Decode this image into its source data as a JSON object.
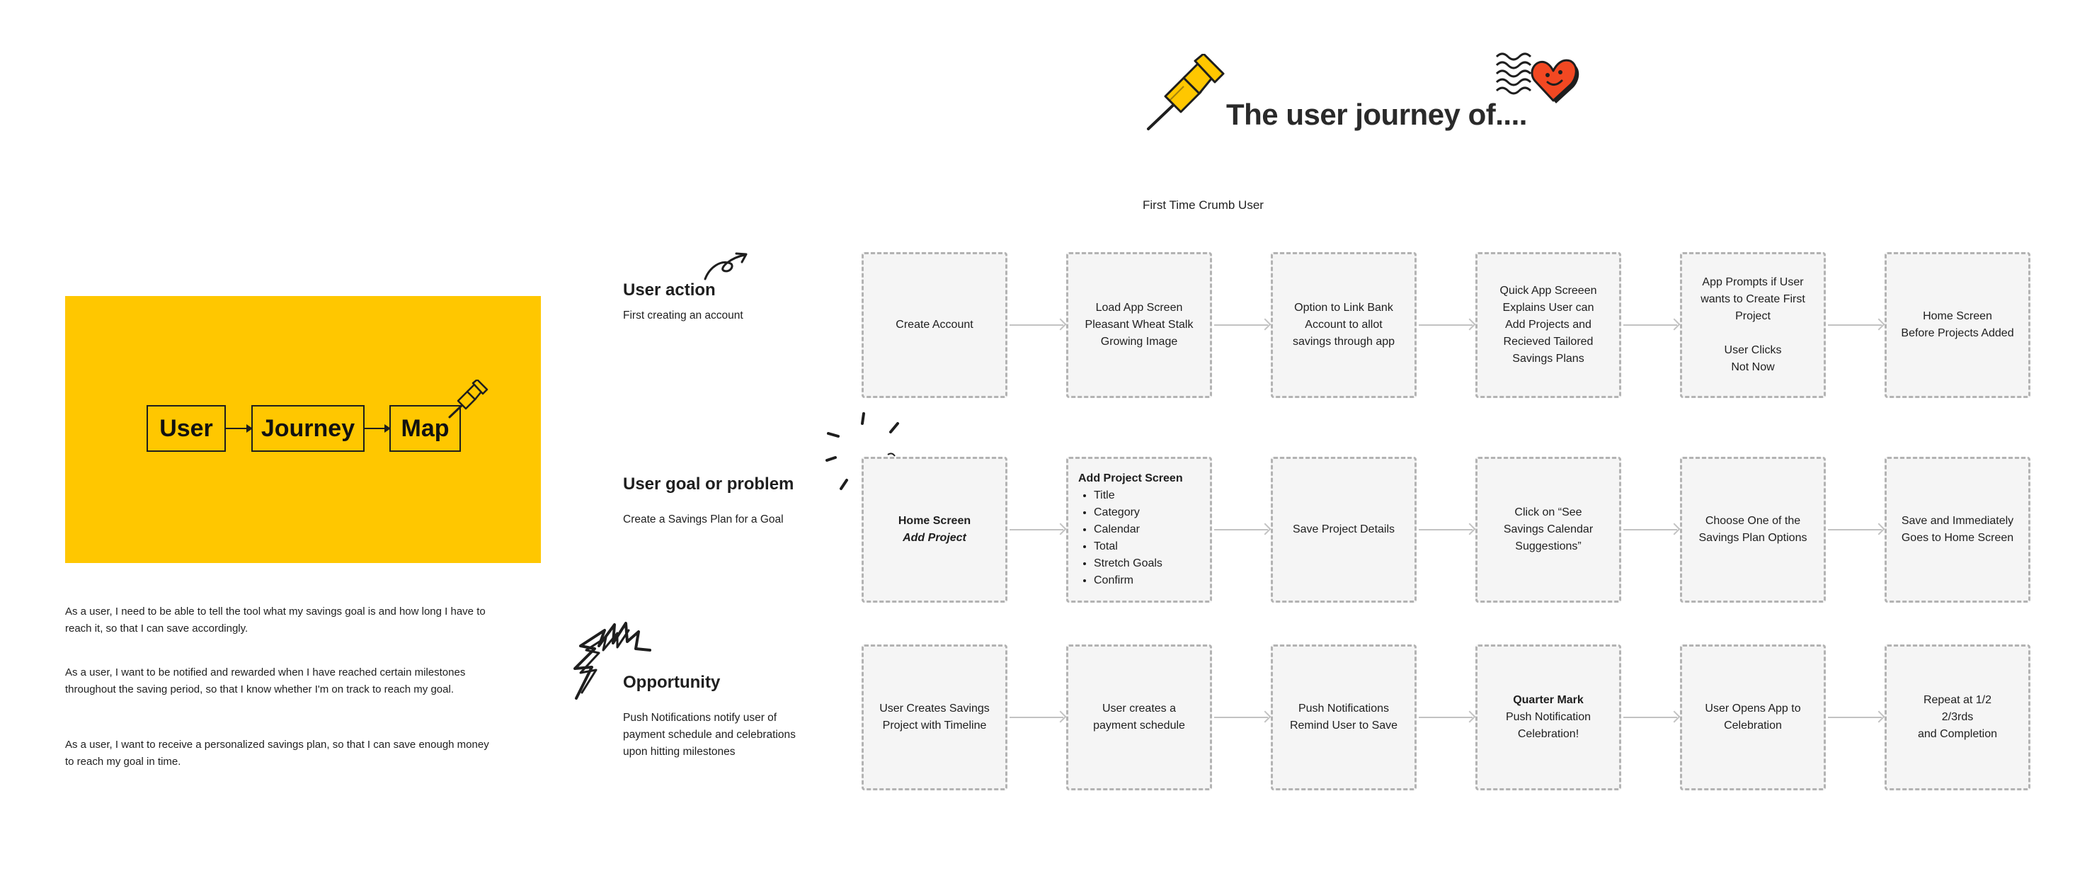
{
  "header": {
    "title": "The user journey of....",
    "subtitle": "First Time Crumb User"
  },
  "map_card": {
    "boxes": [
      "User",
      "Journey",
      "Map"
    ],
    "accent": "#FFC700"
  },
  "stories": [
    "As a user, I need to be able to tell the tool what my savings goal is and how long I have to reach it, so that I can save accordingly.",
    "As a user, I want to be notified and rewarded when I have reached certain milestones throughout the saving period, so that I know whether I'm on track to reach my goal.",
    "As a user, I want to receive a personalized savings plan, so that I can save enough money to reach my goal in time."
  ],
  "rows": [
    {
      "title": "User action",
      "desc": "First creating an account",
      "cards": [
        {
          "text": "Create Account"
        },
        {
          "text": "Load App Screen\nPleasant Wheat Stalk\nGrowing Image"
        },
        {
          "text": "Option to Link Bank\nAccount to allot\nsavings through app"
        },
        {
          "text": "Quick App Screeen\nExplains User can\nAdd Projects and\nRecieved Tailored\nSavings Plans"
        },
        {
          "text": "App Prompts if User\nwants to Create First\nProject\n\nUser Clicks\nNot Now"
        },
        {
          "text": "Home Screen\nBefore Projects Added"
        }
      ]
    },
    {
      "title": "User goal or problem",
      "desc": "Create a Savings Plan for a Goal",
      "cards": [
        {
          "bold": "Home Screen",
          "italic": "Add Project"
        },
        {
          "bold": "Add Project Screen",
          "items": [
            "Title",
            "Category",
            "Calendar",
            "Total",
            "Stretch Goals",
            "Confirm"
          ]
        },
        {
          "text": "Save Project Details"
        },
        {
          "text": "Click on “See\nSavings Calendar\nSuggestions”"
        },
        {
          "text": "Choose One of the\nSavings Plan Options"
        },
        {
          "text": "Save and Immediately\nGoes to Home Screen"
        }
      ]
    },
    {
      "title": "Opportunity",
      "desc": "Push Notifications notify user of payment schedule and celebrations upon hitting milestones",
      "cards": [
        {
          "text": "User Creates Savings\nProject with Timeline"
        },
        {
          "text": "User creates a\npayment schedule"
        },
        {
          "text": "Push Notifications\nRemind User to Save"
        },
        {
          "bold": "Quarter Mark",
          "text": "Push Notification\nCelebration!"
        },
        {
          "text": "User Opens App to\nCelebration"
        },
        {
          "text": "Repeat at 1/2\n2/3rds\nand Completion"
        }
      ]
    }
  ],
  "icons": {
    "pushpin": "pushpin-icon",
    "heart_stamp": "heart-stamp-icon",
    "arrow_doodle": "arrow-doodle-icon",
    "spark_lines": "spark-lines-icon",
    "zigzag": "zigzag-doodle-icon"
  },
  "colors": {
    "card_bg": "#f5f5f5",
    "card_border": "#b3b3b3",
    "heart": "#F24822",
    "pin": "#FFC700"
  }
}
